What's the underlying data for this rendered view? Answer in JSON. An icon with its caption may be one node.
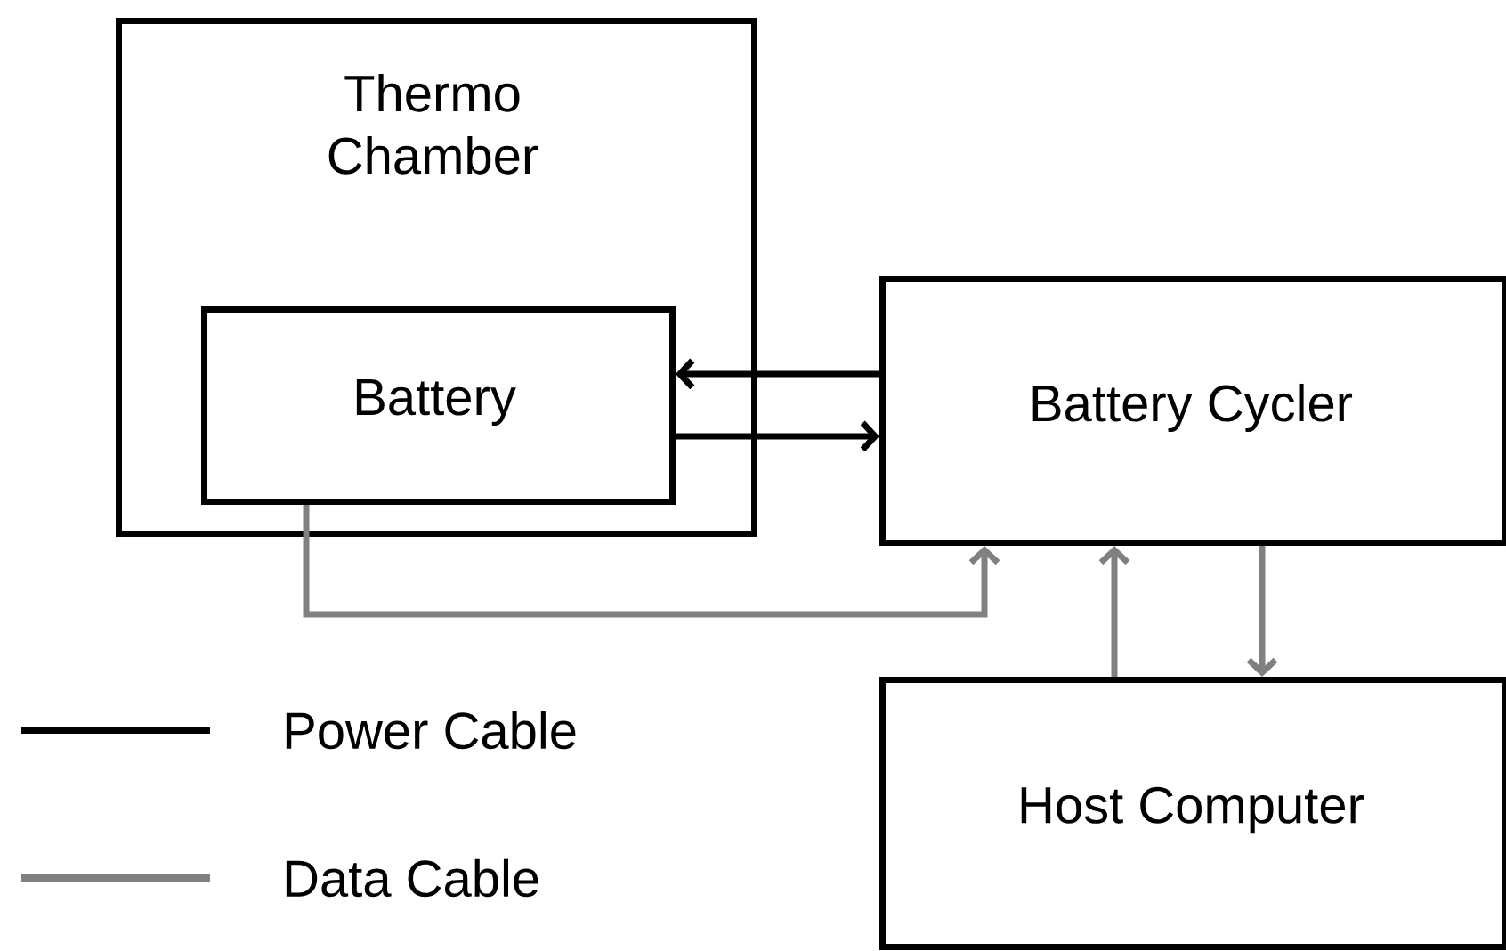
{
  "diagram": {
    "nodes": [
      {
        "text": [
          "Thermo Chamber"
        ]
      },
      {
        "text": [
          "Battery"
        ],
        "in": 0
      },
      {
        "text": [
          "Battery Cycler"
        ]
      },
      {
        "text": [
          "Host Computer"
        ]
      }
    ],
    "edges": [
      {
        "from": 2,
        "to": 1,
        "arrow": "to",
        "color": "#000000"
      },
      {
        "from": 1,
        "to": 2,
        "arrow": "to",
        "color": "#000000"
      },
      {
        "from": 1,
        "to": 2,
        "arrow": "to",
        "color": "#808080"
      },
      {
        "from": 3,
        "to": 2,
        "arrow": "to",
        "color": "#808080"
      },
      {
        "from": 2,
        "to": 3,
        "arrow": "to",
        "color": "#808080"
      }
    ],
    "legend": [
      {
        "text": "Power Cable"
      },
      {
        "text": "Data Cable"
      }
    ]
  }
}
